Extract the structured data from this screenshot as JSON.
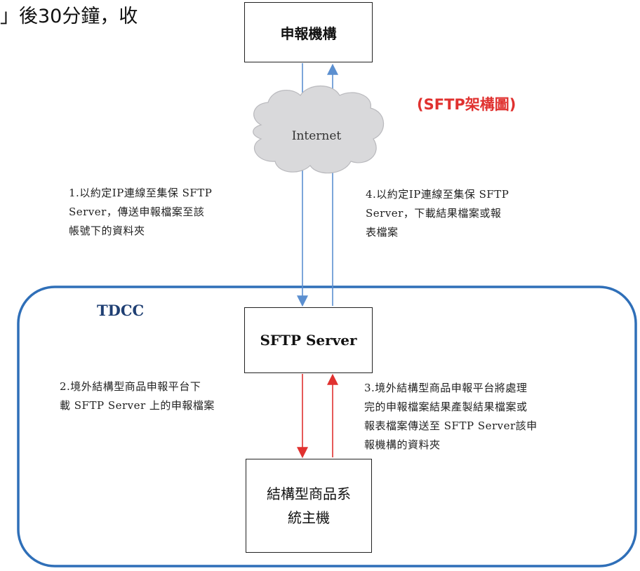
{
  "top_fragment": "」後30分鐘，收",
  "nodes": {
    "reporter": "申報機構",
    "cloud": "Internet",
    "sftp_server": "SFTP Server",
    "host": [
      "結構型商品系",
      "統主機"
    ]
  },
  "title": "(SFTP架構圖)",
  "zone_label": "TDCC",
  "steps": {
    "step1": [
      "1.以約定IP連線至集保 SFTP",
      "Server，傳送申報檔案至該",
      "帳號下的資料夾"
    ],
    "step2": [
      "2.境外結構型商品申報平台下",
      "載 SFTP Server 上的申報檔案"
    ],
    "step3": [
      "3.境外結構型商品申報平台將處理",
      "完的申報檔案結果產製結果檔案或",
      "報表檔案傳送至 SFTP Server該申",
      "報機構的資料夾"
    ],
    "step4": [
      "4.以約定IP連線至集保 SFTP",
      "Server，下載結果檔案或報",
      "表檔案"
    ]
  },
  "colors": {
    "blue_arrow": "#5b8fd0",
    "red_arrow": "#e0312f",
    "tdcc_border": "#2f6fb8",
    "title": "#e0312f",
    "tdcc_text": "#1f3f73",
    "cloud_fill": "#d9d9db"
  }
}
